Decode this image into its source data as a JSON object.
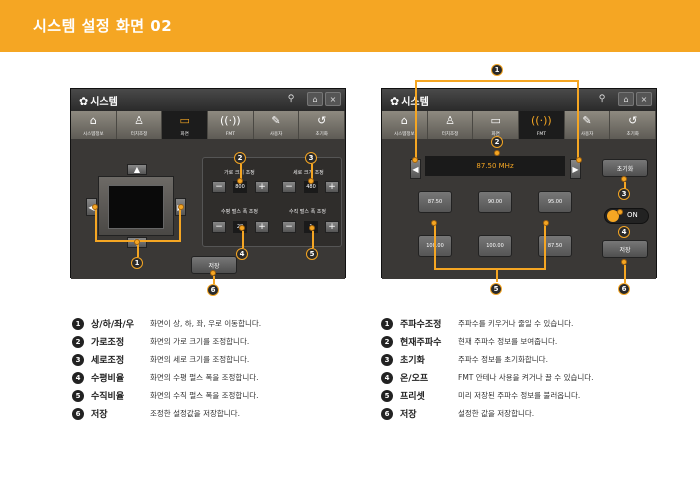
{
  "header": {
    "title": "시스템 설정 화면 02"
  },
  "window": {
    "title": "시스템",
    "home_icon": "home-icon",
    "close_label": "×"
  },
  "tabs": [
    {
      "label": "시스템정보",
      "icon": "⌂"
    },
    {
      "label": "터치조정",
      "icon": "♙"
    },
    {
      "label": "화면",
      "icon": "▭"
    },
    {
      "label": "FMT",
      "icon": "((·))"
    },
    {
      "label": "사용자",
      "icon": "✎"
    },
    {
      "label": "초기화",
      "icon": "↺"
    }
  ],
  "left_screen": {
    "active_tab": 2,
    "h_size_label": "가로 크기 조정",
    "h_size_value": "800",
    "v_size_label": "세로 크기 조정",
    "v_size_value": "480",
    "h_pulse_label": "수평 펄스 폭 조정",
    "h_pulse_value": "28",
    "v_pulse_label": "수직 펄스 폭 조정",
    "v_pulse_value": "1",
    "minus": "−",
    "plus": "+",
    "save_label": "저장"
  },
  "right_screen": {
    "active_tab": 3,
    "frequency": "87.50 MHz",
    "presets": [
      "87.50",
      "90.00",
      "95.00",
      "100.00",
      "100.00",
      "87.50"
    ],
    "reset_label": "초기화",
    "toggle_label": "ON",
    "save_label": "저장"
  },
  "badges": {
    "b1": "1",
    "b2": "2",
    "b3": "3",
    "b4": "4",
    "b5": "5",
    "b6": "6"
  },
  "legend_left": [
    {
      "num": "1",
      "term": "상/하/좌/우",
      "desc": "화면이 상, 하, 좌, 우로 이동합니다."
    },
    {
      "num": "2",
      "term": "가로조정",
      "desc": "화면의 가로 크기를 조정합니다."
    },
    {
      "num": "3",
      "term": "세로조정",
      "desc": "화면의 세로 크기를 조정합니다."
    },
    {
      "num": "4",
      "term": "수평비율",
      "desc": "화면의 수평 펄스 폭을 조정합니다."
    },
    {
      "num": "5",
      "term": "수직비율",
      "desc": "화면의 수직 펄스 폭을 조정합니다."
    },
    {
      "num": "6",
      "term": "저장",
      "desc": "조정한 설정값을 저장합니다."
    }
  ],
  "legend_right": [
    {
      "num": "1",
      "term": "주파수조정",
      "desc": "주파수를 키우거나 줄일 수 있습니다."
    },
    {
      "num": "2",
      "term": "현재주파수",
      "desc": "현재 주파수 정보를 보여줍니다."
    },
    {
      "num": "3",
      "term": "초기화",
      "desc": "주파수 정보를 초기화합니다."
    },
    {
      "num": "4",
      "term": "온/오프",
      "desc": "FMT 안테나 사용을 켜거나 끌 수 있습니다."
    },
    {
      "num": "5",
      "term": "프리셋",
      "desc": "미리 저장된 주파수 정보를 불러옵니다."
    },
    {
      "num": "6",
      "term": "저장",
      "desc": "설정한 값을 저장합니다."
    }
  ]
}
